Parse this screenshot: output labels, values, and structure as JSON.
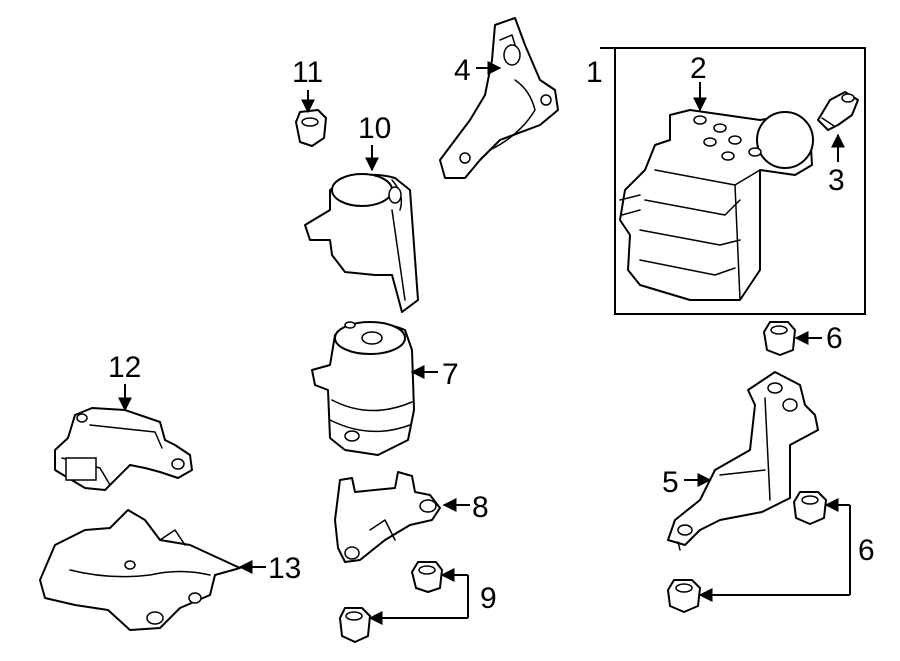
{
  "callouts": [
    {
      "id": "1",
      "text": "1"
    },
    {
      "id": "2",
      "text": "2"
    },
    {
      "id": "3",
      "text": "3"
    },
    {
      "id": "4",
      "text": "4"
    },
    {
      "id": "5",
      "text": "5"
    },
    {
      "id": "6a",
      "text": "6"
    },
    {
      "id": "6b",
      "text": "6"
    },
    {
      "id": "7",
      "text": "7"
    },
    {
      "id": "8",
      "text": "8"
    },
    {
      "id": "9",
      "text": "9"
    },
    {
      "id": "10",
      "text": "10"
    },
    {
      "id": "11",
      "text": "11"
    },
    {
      "id": "12",
      "text": "12"
    },
    {
      "id": "13",
      "text": "13"
    }
  ]
}
